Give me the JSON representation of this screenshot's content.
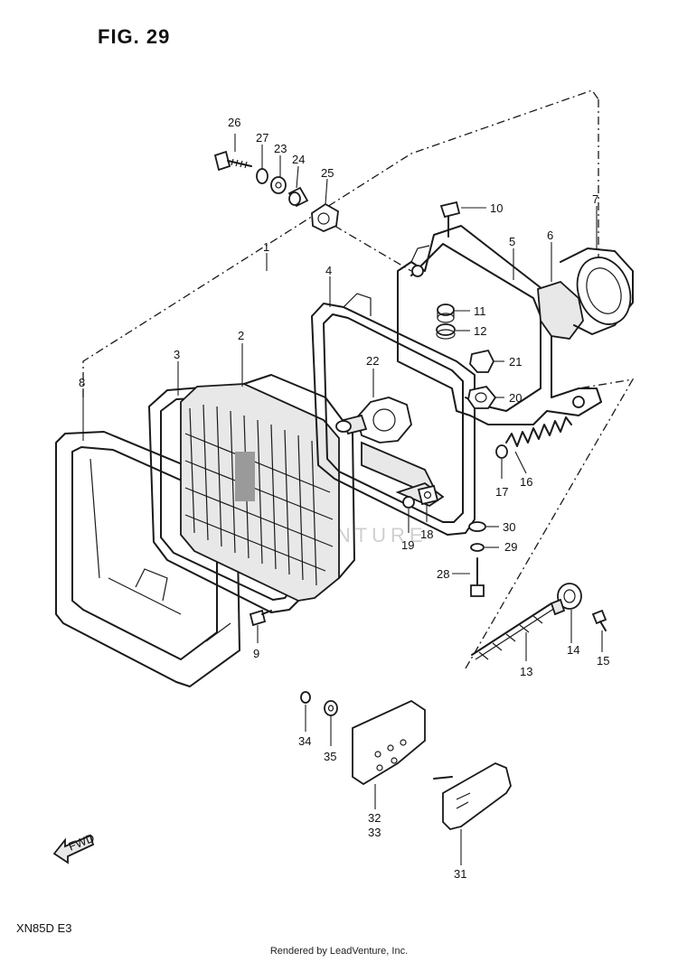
{
  "figure_title": "FIG. 29",
  "model_code": "XN85D  E3",
  "credit": "Rendered by LeadVenture, Inc.",
  "watermark": "LEADVENTURE",
  "fwd_label": "FWD",
  "callouts": {
    "p1": "1",
    "p2": "2",
    "p3": "3",
    "p4": "4",
    "p5": "5",
    "p6": "6",
    "p7": "7",
    "p8": "8",
    "p9": "9",
    "p10": "10",
    "p11": "11",
    "p12": "12",
    "p13": "13",
    "p14": "14",
    "p15": "15",
    "p16": "16",
    "p17": "17",
    "p18": "18",
    "p19": "19",
    "p20": "20",
    "p21": "21",
    "p22": "22",
    "p23": "23",
    "p24": "24",
    "p25": "25",
    "p26": "26",
    "p27": "27",
    "p28": "28",
    "p29": "29",
    "p30": "30",
    "p31": "31",
    "p32": "32",
    "p33": "33",
    "p34": "34",
    "p35": "35"
  }
}
